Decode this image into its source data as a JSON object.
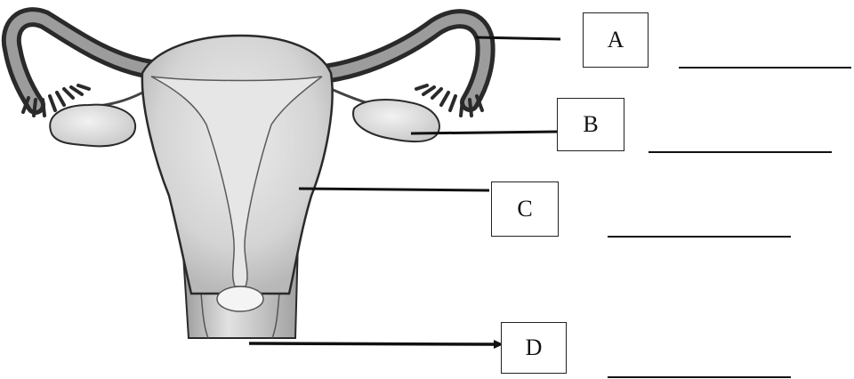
{
  "labels": [
    {
      "letter": "A"
    },
    {
      "letter": "B"
    },
    {
      "letter": "C"
    },
    {
      "letter": "D"
    }
  ]
}
